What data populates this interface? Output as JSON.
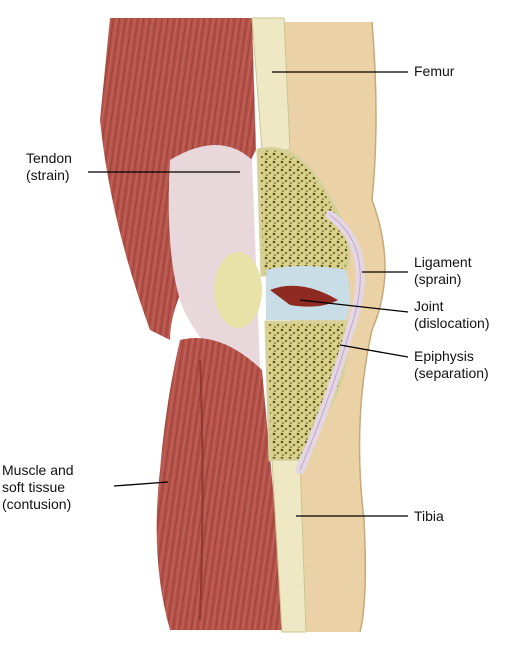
{
  "labels": {
    "femur": [
      "Femur"
    ],
    "tendon": [
      "Tendon",
      "(strain)"
    ],
    "ligament": [
      "Ligament",
      "(sprain)"
    ],
    "joint": [
      "Joint",
      "(dislocation)"
    ],
    "epiphysis": [
      "Epiphysis",
      "(separation)"
    ],
    "muscle": [
      "Muscle and",
      "soft tissue",
      "(contusion)"
    ],
    "tibia": [
      "Tibia"
    ]
  },
  "colors": {
    "muscle": "#b5534a",
    "muscle_dark": "#8e3a33",
    "tendon": "#e8d8dc",
    "skin": "#ead2a6",
    "bone_shaft": "#eee9c4",
    "marrow": "#d8cf86",
    "cartilage": "#c9dde6",
    "joint_space": "#8e2a22"
  }
}
